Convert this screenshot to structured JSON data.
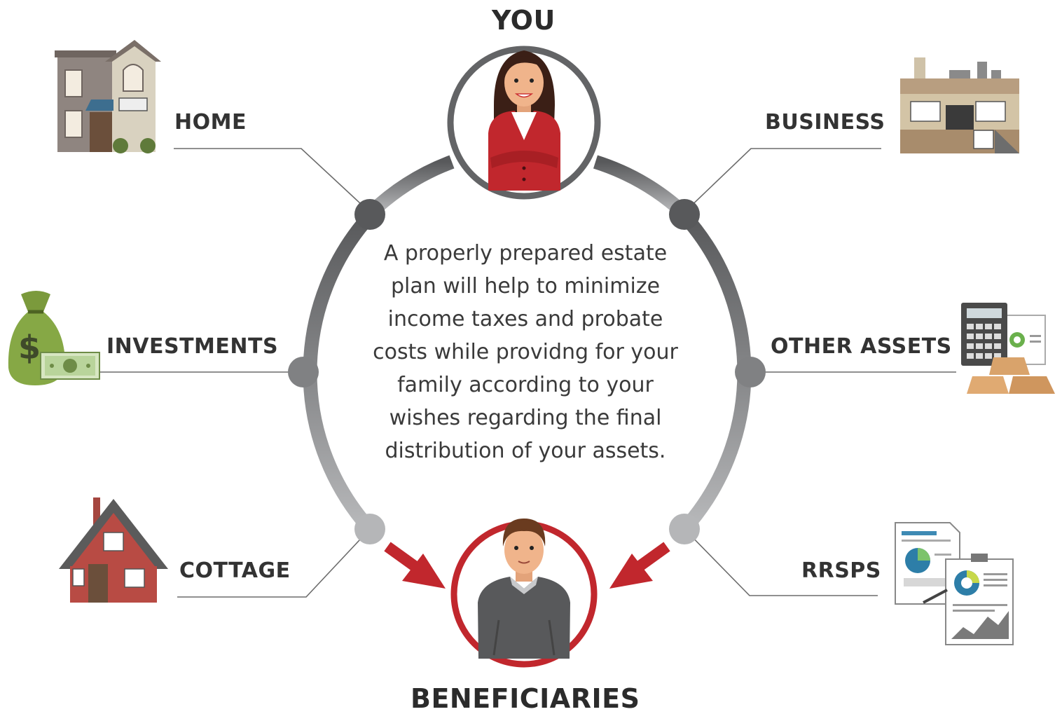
{
  "title_top": "YOU",
  "title_bottom": "BENEFICIARIES",
  "center_text": "A properly prepared estate plan will help to minimize income taxes and probate costs while providng for your family according to your wishes regarding the final distribution of your assets.",
  "assets": {
    "home": "HOME",
    "business": "BUSINESS",
    "investments": "INVESTMENTS",
    "other_assets": "OTHER ASSETS",
    "cottage": "COTTAGE",
    "rrsps": "RRSPS"
  },
  "colors": {
    "ring_dark": "#636466",
    "ring_mid": "#7d7e80",
    "ring_light": "#a8a9ab",
    "accent_red": "#c1272d",
    "leader_line": "#6b6b6b"
  }
}
